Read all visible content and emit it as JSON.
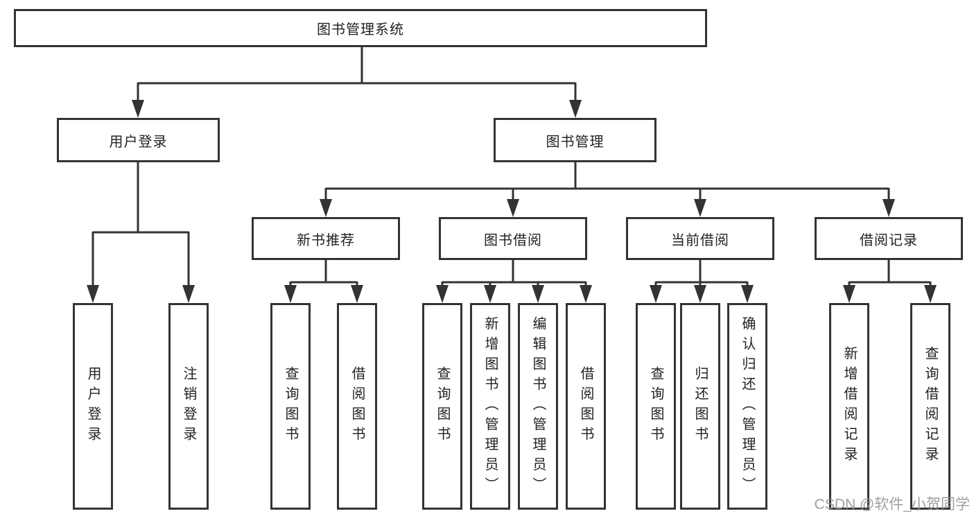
{
  "colors": {
    "background": "#ffffff",
    "line": "#333333",
    "box_border": "#333333",
    "text": "#222222",
    "watermark": "#949494"
  },
  "diagram": {
    "title": "图书管理系统",
    "branches": [
      {
        "label": "用户登录",
        "children": [
          {
            "label": "用户登录"
          },
          {
            "label": "注销登录"
          }
        ]
      },
      {
        "label": "图书管理",
        "children": [
          {
            "label": "新书推荐",
            "children": [
              {
                "label": "查询图书"
              },
              {
                "label": "借阅图书"
              }
            ]
          },
          {
            "label": "图书借阅",
            "children": [
              {
                "label": "查询图书"
              },
              {
                "label": "新增图书（管理员）"
              },
              {
                "label": "编辑图书（管理员）"
              },
              {
                "label": "借阅图书"
              }
            ]
          },
          {
            "label": "当前借阅",
            "children": [
              {
                "label": "查询图书"
              },
              {
                "label": "归还图书"
              },
              {
                "label": "确认归还（管理员）"
              }
            ]
          },
          {
            "label": "借阅记录",
            "children": [
              {
                "label": "新增借阅记录"
              },
              {
                "label": "查询借阅记录"
              }
            ]
          }
        ]
      }
    ]
  },
  "watermark": {
    "text": "CSDN @软件_小贺同学"
  }
}
